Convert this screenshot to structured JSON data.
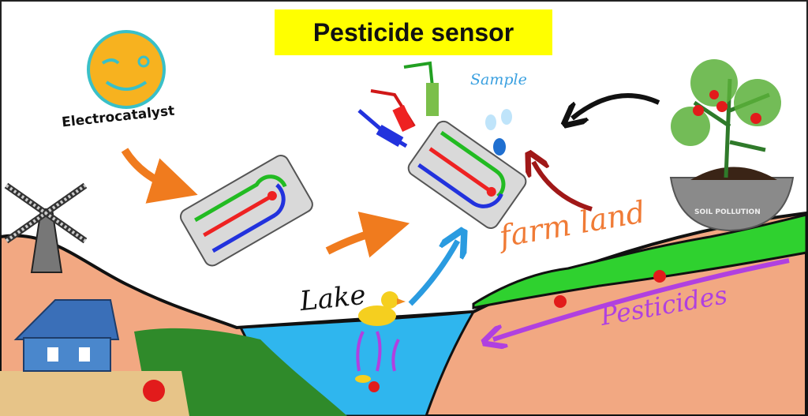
{
  "title": "Pesticide sensor",
  "labels": {
    "electrocatalyst": "Electrocatalyst",
    "sample": "Sample",
    "farm_land": "farm land",
    "lake": "Lake",
    "pesticides": "Pesticides",
    "soil_pollution": "SOIL POLLUTION"
  },
  "colors": {
    "title_bg": "#ffff00",
    "ground": "#f2a882",
    "lake": "#2fb6ee",
    "farm_green": "#2fd12f",
    "arrow_orange": "#f07b1e",
    "arrow_blue": "#2a9be0",
    "arrow_red": "#a01818",
    "pesticide_purple": "#b040e0"
  }
}
